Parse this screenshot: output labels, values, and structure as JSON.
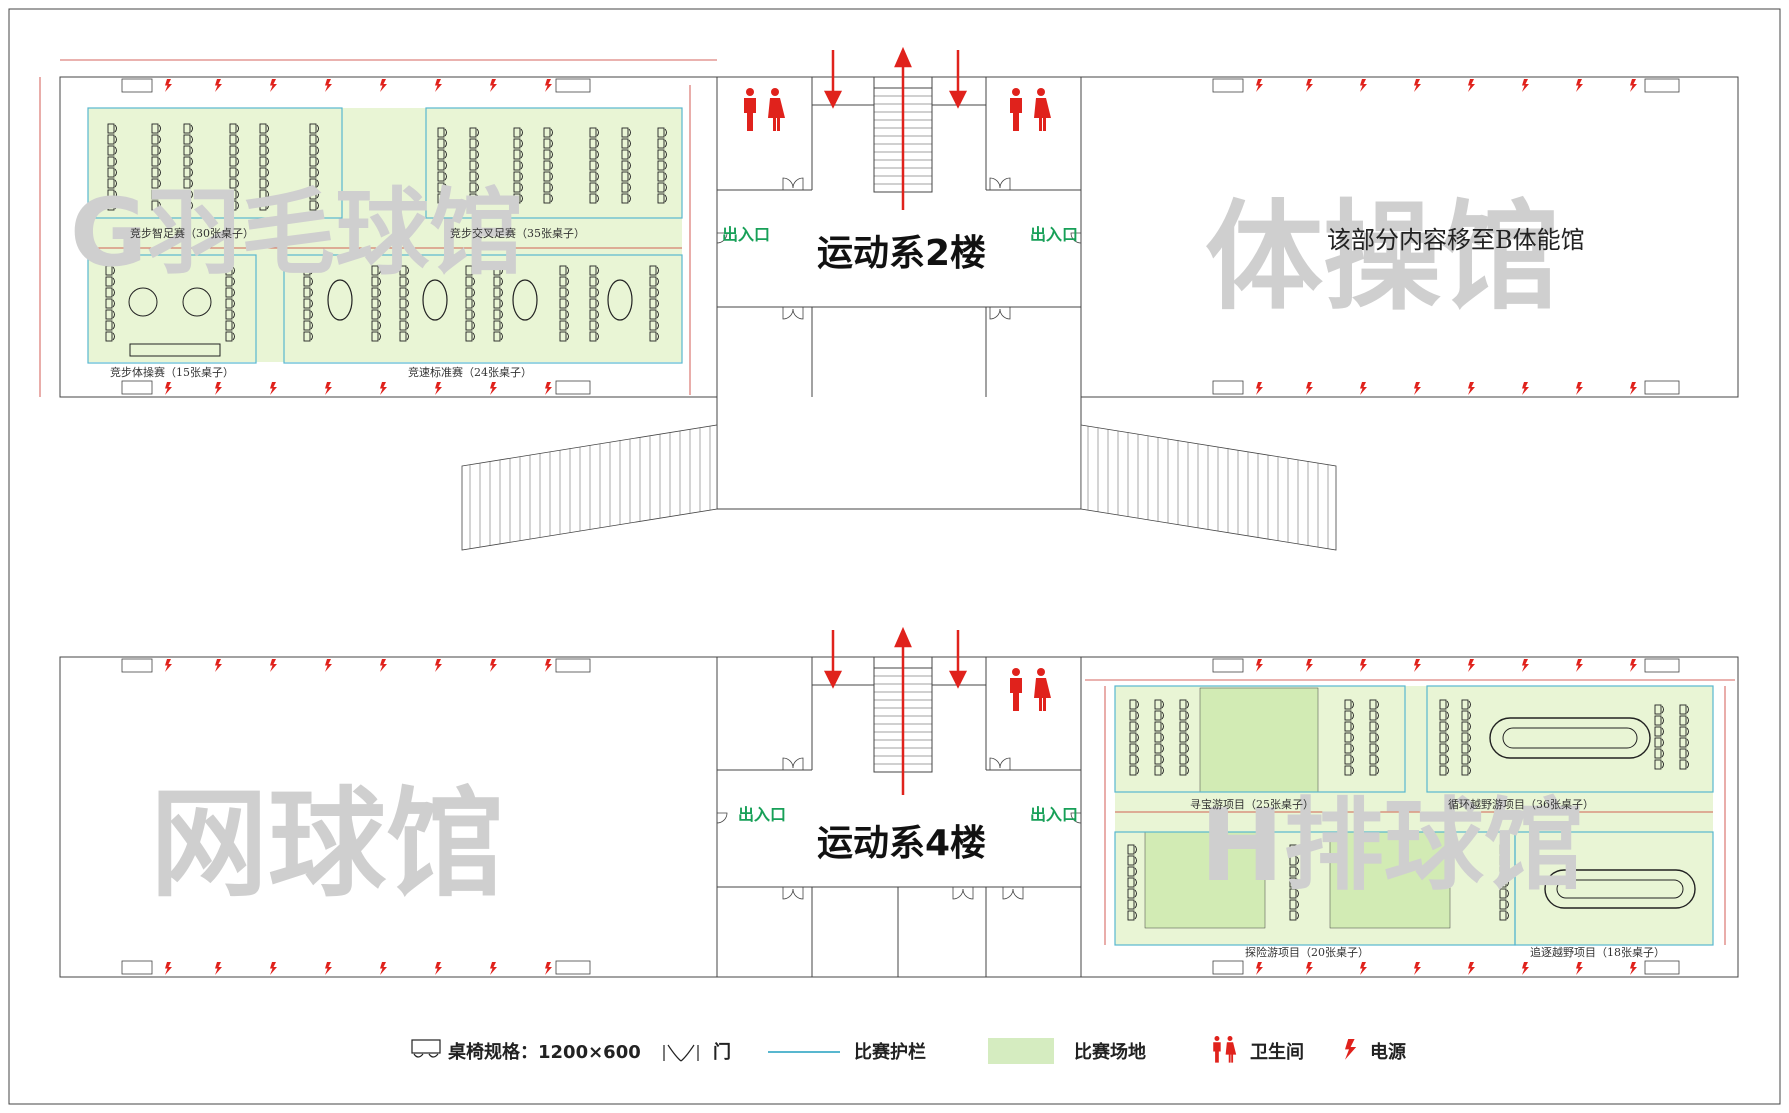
{
  "floors": [
    {
      "title": "运动系2楼",
      "exits": [
        "出入口",
        "出入口"
      ],
      "left_hall": {
        "watermark": "G羽毛球馆",
        "zones": [
          "竞步智足赛（30张桌子）",
          "竞步交叉足赛（35张桌子）",
          "竞步体操赛（15张桌子）",
          "竞速标准赛（24张桌子）"
        ]
      },
      "right_hall": {
        "watermark": "体操馆",
        "note": "该部分内容移至B体能馆"
      }
    },
    {
      "title": "运动系4楼",
      "exits": [
        "出入口",
        "出入口"
      ],
      "left_hall": {
        "watermark": "网球馆"
      },
      "right_hall": {
        "watermark": "H排球馆",
        "zones": [
          "寻宝游项目（25张桌子）",
          "循环越野游项目（36张桌子）",
          "探险游项目（20张桌子）",
          "追逐越野项目（18张桌子）"
        ]
      }
    }
  ],
  "legend": {
    "items": [
      {
        "icon": "table-chair-icon",
        "label": "桌椅规格：1200×600"
      },
      {
        "icon": "door-icon",
        "label": "门"
      },
      {
        "icon": "barrier-line-icon",
        "label": "比赛护栏"
      },
      {
        "icon": "field-swatch-icon",
        "label": "比赛场地"
      },
      {
        "icon": "restroom-icon",
        "label": "卫生间"
      },
      {
        "icon": "power-icon",
        "label": "电源"
      }
    ]
  },
  "colors": {
    "field": "#e6f3cf",
    "barrier": "#58b7cf",
    "power": "#e0221c",
    "restroom": "#e0221c",
    "exit_text": "#18a058",
    "watermark": "#cfcfcf",
    "dimension": "#c8322a"
  }
}
